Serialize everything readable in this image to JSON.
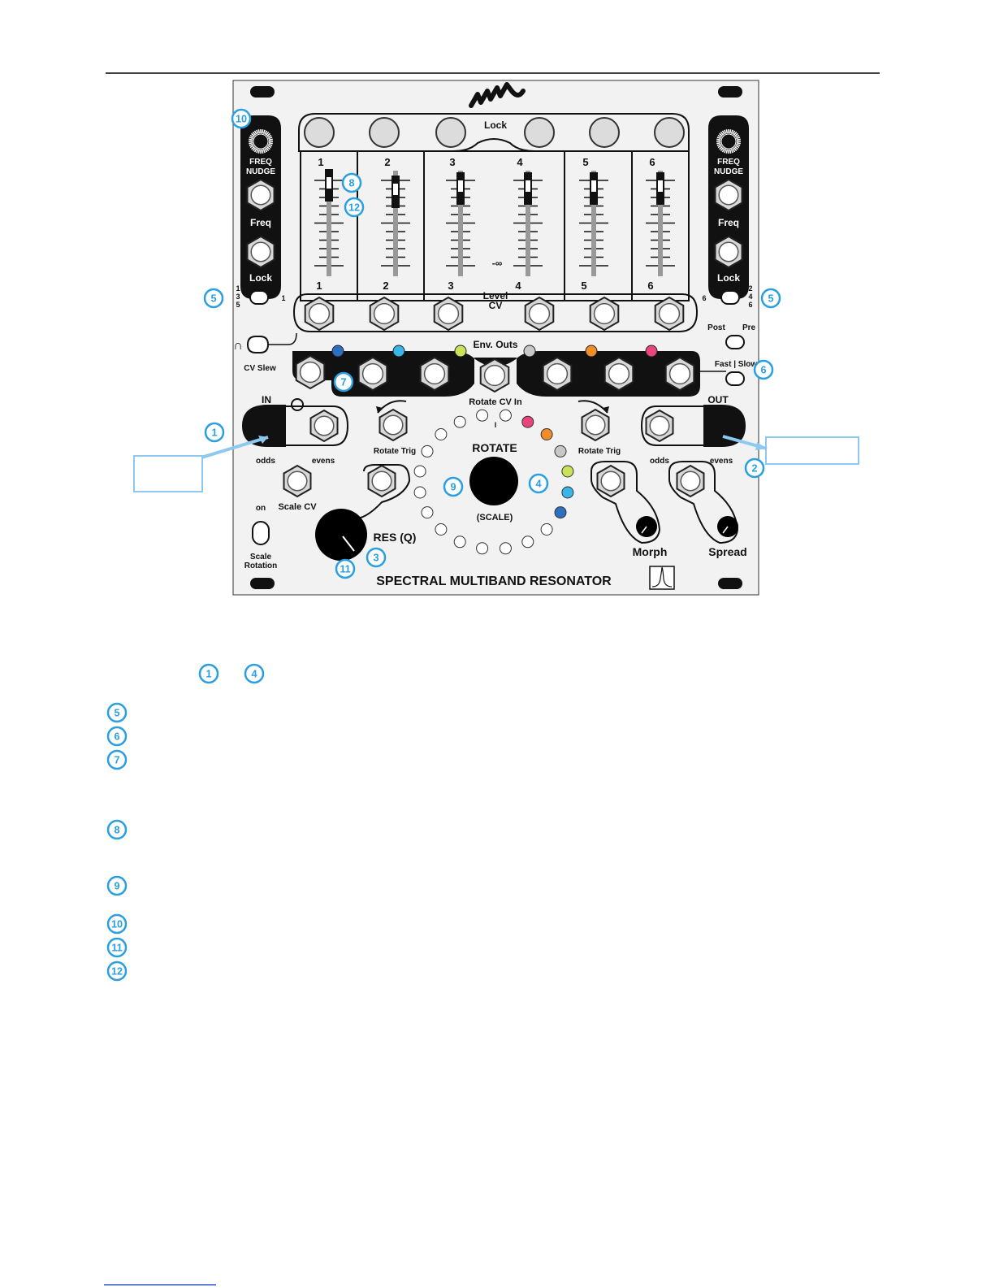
{
  "brand": {
    "logo": "4ms"
  },
  "module_title": "SPECTRAL MULTIBAND RESONATOR",
  "labels": {
    "lock_top": "Lock",
    "freq_nudge_1": "FREQ",
    "freq_nudge_2": "NUDGE",
    "freq": "Freq",
    "lock": "Lock",
    "level_1": "Level",
    "level_2": "CV",
    "minus_inf": "-∞",
    "env_outs": "Env. Outs",
    "cv_slew": "CV Slew",
    "post": "Post",
    "pre": "Pre",
    "fast_slow": "Fast | Slow",
    "rotate_cv_in": "Rotate CV In",
    "rotate": "ROTATE",
    "scale": "(SCALE)",
    "rotate_trig": "Rotate Trig",
    "in": "IN",
    "out": "OUT",
    "odds": "odds",
    "evens": "evens",
    "scale_cv": "Scale CV",
    "res_q": "RES (Q)",
    "morph": "Morph",
    "spread": "Spread",
    "on": "on",
    "scale_rotation_1": "Scale",
    "scale_rotation_2": "Rotation",
    "switch_left_odd": [
      "1",
      "3",
      "5"
    ],
    "switch_left_one": "1",
    "switch_right_even": [
      "2",
      "4",
      "6"
    ],
    "switch_right_six": "6",
    "rotate_tick": "I"
  },
  "channels": [
    "1",
    "2",
    "3",
    "4",
    "5",
    "6"
  ],
  "led_colors": [
    "#2f6fc0",
    "#3ab5e8",
    "#c9e25a",
    "#c8c8c8",
    "#f28c28",
    "#e8457a"
  ],
  "callouts": [
    "1",
    "2",
    "3",
    "4",
    "5",
    "6",
    "7",
    "8",
    "9",
    "10",
    "11",
    "12"
  ],
  "legend": {
    "intro": [
      "1",
      "4"
    ],
    "rows": [
      "5",
      "6",
      "7",
      "8",
      "9",
      "10",
      "11",
      "12"
    ]
  },
  "colors": {
    "callout": "#2a9fe0",
    "arrow": "#8cc8f0",
    "panel": "#f2f2f2"
  }
}
